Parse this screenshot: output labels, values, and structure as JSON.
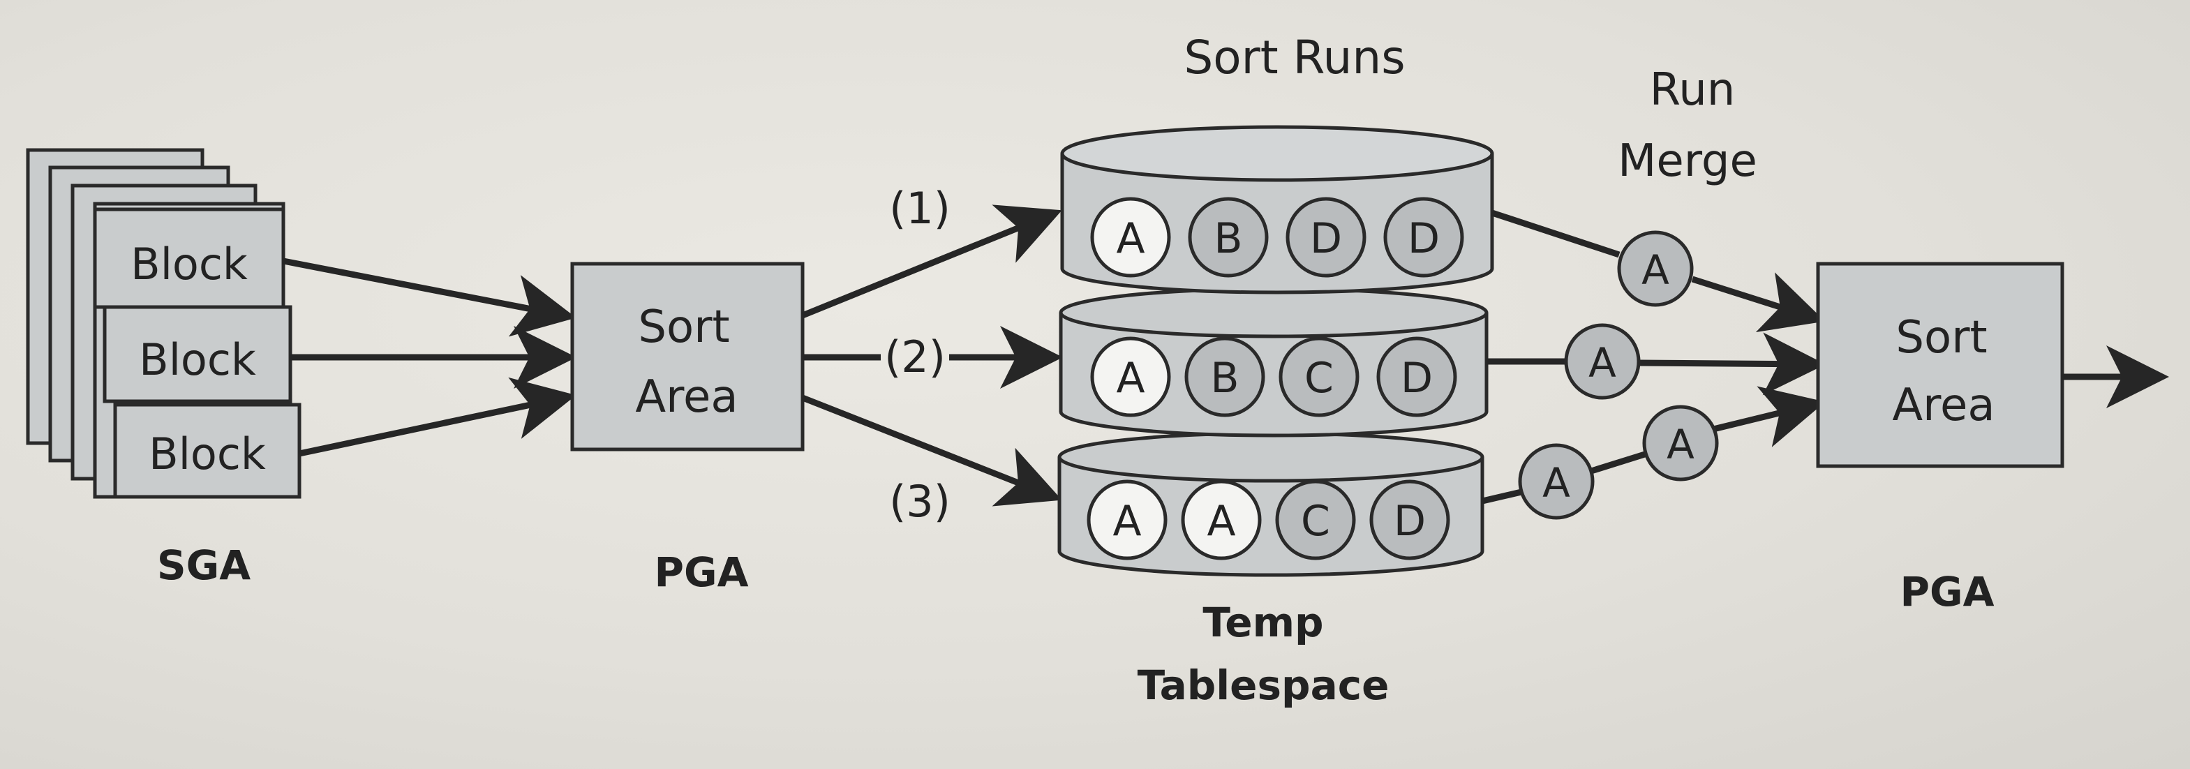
{
  "sga": {
    "block_labels": [
      "Block",
      "Block",
      "Block"
    ],
    "label": "SGA"
  },
  "pga_left": {
    "box_line1": "Sort",
    "box_line2": "Area",
    "label": "PGA"
  },
  "arrows": {
    "labels": [
      "(1)",
      "(2)",
      "(3)"
    ]
  },
  "sort_runs": {
    "title": "Sort Runs",
    "runs": [
      [
        "A",
        "B",
        "D",
        "D"
      ],
      [
        "A",
        "B",
        "C",
        "D"
      ],
      [
        "A",
        "A",
        "C",
        "D"
      ]
    ]
  },
  "temp_tablespace": {
    "line1": "Temp",
    "line2": "Tablespace"
  },
  "run_merge": {
    "line1": "Run",
    "line2": "Merge",
    "merge_items": [
      "A",
      "A",
      "A",
      "A"
    ]
  },
  "pga_right": {
    "box_line1": "Sort",
    "box_line2": "Area",
    "label": "PGA"
  },
  "colors": {
    "box_fill": "#c9cccd",
    "box_stroke": "#2a2a2a",
    "circle_light": "#f4f4f2",
    "circle_dark": "#b9bcbe",
    "arrow": "#262626"
  }
}
